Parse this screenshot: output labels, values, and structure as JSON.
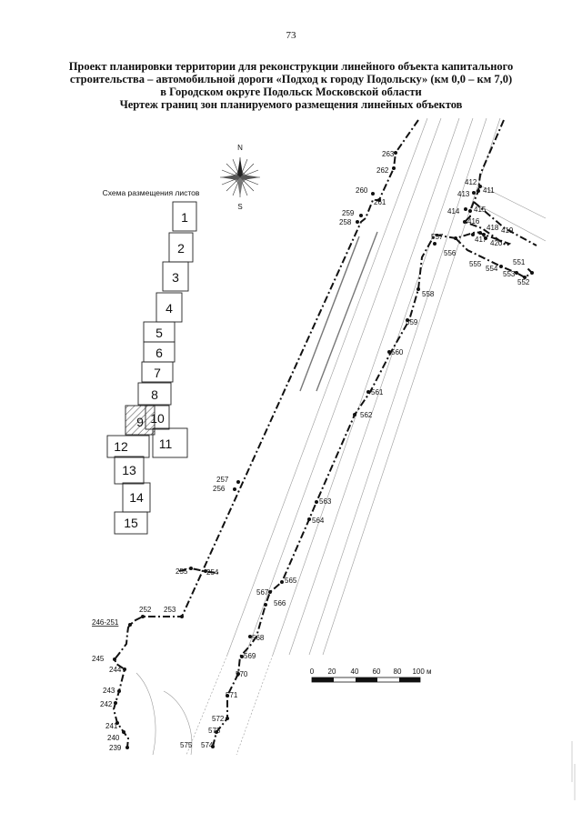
{
  "page_number": "73",
  "title": {
    "line1": "Проект планировки территории для реконструкции линейного объекта капитального",
    "line2": "строительства – автомобильной дороги «Подход к городу Подольску» (км 0,0 – км 7,0)",
    "line3": "в Городском округе Подольск Московской области",
    "line4": "Чертеж границ зон планируемого размещения линейных объектов"
  },
  "compass": {
    "north_label": "N",
    "south_label": "S",
    "icon": "compass-rose-icon"
  },
  "sheet_scheme": {
    "title": "Схема размещения листов",
    "sheets": [
      "1",
      "2",
      "3",
      "4",
      "5",
      "6",
      "7",
      "8",
      "9",
      "10",
      "11",
      "12",
      "13",
      "14",
      "15"
    ],
    "highlighted_sheet": "9"
  },
  "scale_bar": {
    "ticks": [
      "0",
      "20",
      "40",
      "60",
      "80",
      "100 м"
    ]
  },
  "point_labels": {
    "p239": "239",
    "p240": "240",
    "p241": "241",
    "p242": "242",
    "p243": "243",
    "p244": "244",
    "p245": "245",
    "p246": "246-251",
    "p252": "252",
    "p253": "253",
    "p254": "254",
    "p255": "255",
    "p256": "256",
    "p257": "257",
    "p258": "258",
    "p259": "259",
    "p260": "260",
    "p261": "261",
    "p262": "262",
    "p263": "263",
    "p411": "411",
    "p412": "412",
    "p413": "413",
    "p414": "414",
    "p415": "415",
    "p416": "416",
    "p417": "417",
    "p418": "418",
    "p419": "419",
    "p420": "420",
    "p551": "551",
    "p552": "552",
    "p553": "553",
    "p554": "554",
    "p555": "555",
    "p556": "556",
    "p557": "557",
    "p558": "558",
    "p559": "559",
    "p560": "560",
    "p561": "561",
    "p562": "562",
    "p563": "563",
    "p564": "564",
    "p565": "565",
    "p566": "566",
    "p567": "567",
    "p568": "568",
    "p569": "569",
    "p570": "570",
    "p571": "571",
    "p572": "572",
    "p573": "573",
    "p574": "574",
    "p575": "575"
  }
}
